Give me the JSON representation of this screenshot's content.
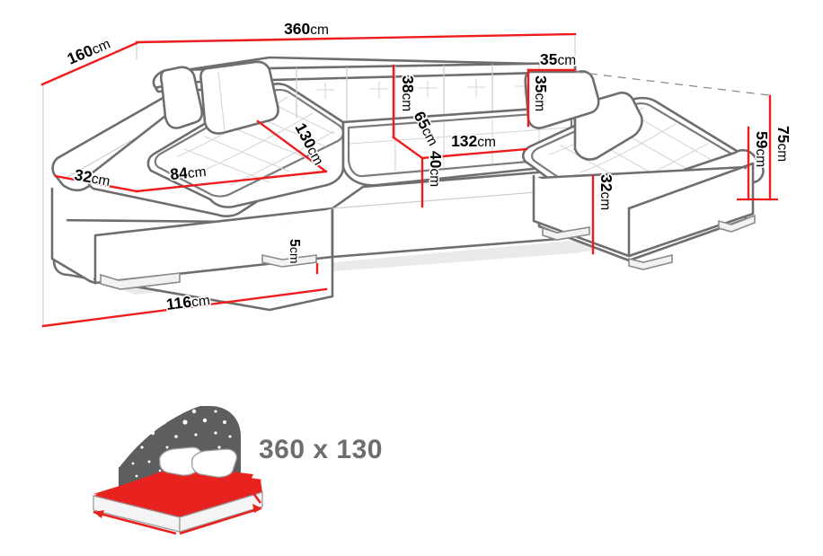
{
  "diagram": {
    "title": "Corner sofa bed dimensions diagram",
    "unit": "cm",
    "accent_color": "#ee1c1c",
    "outline_color": "#6e6e6e",
    "label_color": "#000000"
  },
  "dimensions": {
    "overall_width": {
      "value": "360",
      "unit": "cm",
      "name": "overall-width"
    },
    "overall_depth": {
      "value": "160",
      "unit": "cm",
      "name": "overall-depth"
    },
    "overall_height": {
      "value": "75",
      "unit": "cm",
      "name": "overall-height"
    },
    "back_height_right": {
      "value": "59",
      "unit": "cm",
      "name": "back-height-right"
    },
    "armrest_left_width": {
      "value": "32",
      "unit": "cm",
      "name": "armrest-left-width"
    },
    "left_seat_width": {
      "value": "84",
      "unit": "cm",
      "name": "left-seat-width"
    },
    "left_seat_depth": {
      "value": "130",
      "unit": "cm",
      "name": "left-seat-depth"
    },
    "backrest_height": {
      "value": "38",
      "unit": "cm",
      "name": "backrest-height"
    },
    "seat_diagonal": {
      "value": "65",
      "unit": "cm",
      "name": "seat-diagonal"
    },
    "seat_height": {
      "value": "40",
      "unit": "cm",
      "name": "seat-height"
    },
    "middle_seat_width": {
      "value": "132",
      "unit": "cm",
      "name": "middle-seat-width"
    },
    "cushion_width": {
      "value": "35",
      "unit": "cm",
      "name": "cushion-width"
    },
    "cushion_height": {
      "value": "35",
      "unit": "cm",
      "name": "cushion-height"
    },
    "base_height_right": {
      "value": "32",
      "unit": "cm",
      "name": "base-height-right"
    },
    "leg_height": {
      "value": "5",
      "unit": "cm",
      "name": "leg-height"
    },
    "left_base_width": {
      "value": "116",
      "unit": "cm",
      "name": "left-base-width"
    }
  },
  "sleeping_area": {
    "icon_name": "bed-sleeping-area-icon",
    "label": "360 x 130",
    "label_color": "#6d6d6d"
  }
}
